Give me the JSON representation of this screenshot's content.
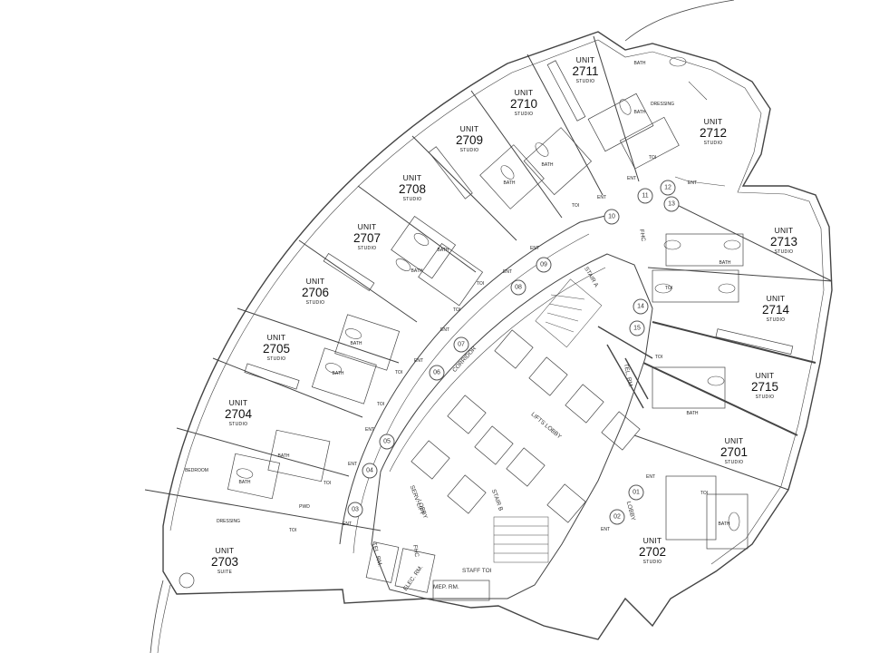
{
  "units": [
    {
      "id": "2711",
      "unit": "UNIT",
      "number": "2711",
      "type": "STUDIO"
    },
    {
      "id": "2710",
      "unit": "UNIT",
      "number": "2710",
      "type": "STUDIO"
    },
    {
      "id": "2709",
      "unit": "UNIT",
      "number": "2709",
      "type": "STUDIO"
    },
    {
      "id": "2708",
      "unit": "UNIT",
      "number": "2708",
      "type": "STUDIO"
    },
    {
      "id": "2707",
      "unit": "UNIT",
      "number": "2707",
      "type": "STUDIO"
    },
    {
      "id": "2706",
      "unit": "UNIT",
      "number": "2706",
      "type": "STUDIO"
    },
    {
      "id": "2705",
      "unit": "UNIT",
      "number": "2705",
      "type": "STUDIO"
    },
    {
      "id": "2704",
      "unit": "UNIT",
      "number": "2704",
      "type": "STUDIO"
    },
    {
      "id": "2703",
      "unit": "UNIT",
      "number": "2703",
      "type": "SUITE"
    },
    {
      "id": "2712",
      "unit": "UNIT",
      "number": "2712",
      "type": "STUDIO"
    },
    {
      "id": "2713",
      "unit": "UNIT",
      "number": "2713",
      "type": "STUDIO"
    },
    {
      "id": "2714",
      "unit": "UNIT",
      "number": "2714",
      "type": "STUDIO"
    },
    {
      "id": "2715",
      "unit": "UNIT",
      "number": "2715",
      "type": "STUDIO"
    },
    {
      "id": "2701",
      "unit": "UNIT",
      "number": "2701",
      "type": "STUDIO"
    },
    {
      "id": "2702",
      "unit": "UNIT",
      "number": "2702",
      "type": "STUDIO"
    }
  ],
  "rooms": {
    "corridor": "CORRIDOR",
    "lifts_lobby": "LIFTS LOBBY",
    "serv_lift_lobby_1": "SERV. LIFT",
    "serv_lift_lobby_2": "LOBBY",
    "tel_rm": "TEL. RM.",
    "tel_rm_2": "TEL. RM",
    "elec_rm": "ELEC. RM.",
    "mep_rm": "MEP. RM.",
    "staff_toi": "STAFF TOI",
    "fhc": "FHC",
    "fhc_2": "FHC",
    "stair_a": "STAIR A",
    "stair_b": "STAIR B",
    "lobby": "LOBBY",
    "bedroom": "BEDROOM",
    "dressing": "DRESSING",
    "dressing_2": "DRESSING"
  },
  "fixtures": {
    "bath": "BATH",
    "toi": "TOI",
    "ent": "ENT",
    "pwd": "PWD"
  },
  "grid_markers": [
    "01",
    "02",
    "03",
    "04",
    "05",
    "06",
    "07",
    "08",
    "09",
    "10",
    "11",
    "12",
    "13",
    "14",
    "15"
  ]
}
